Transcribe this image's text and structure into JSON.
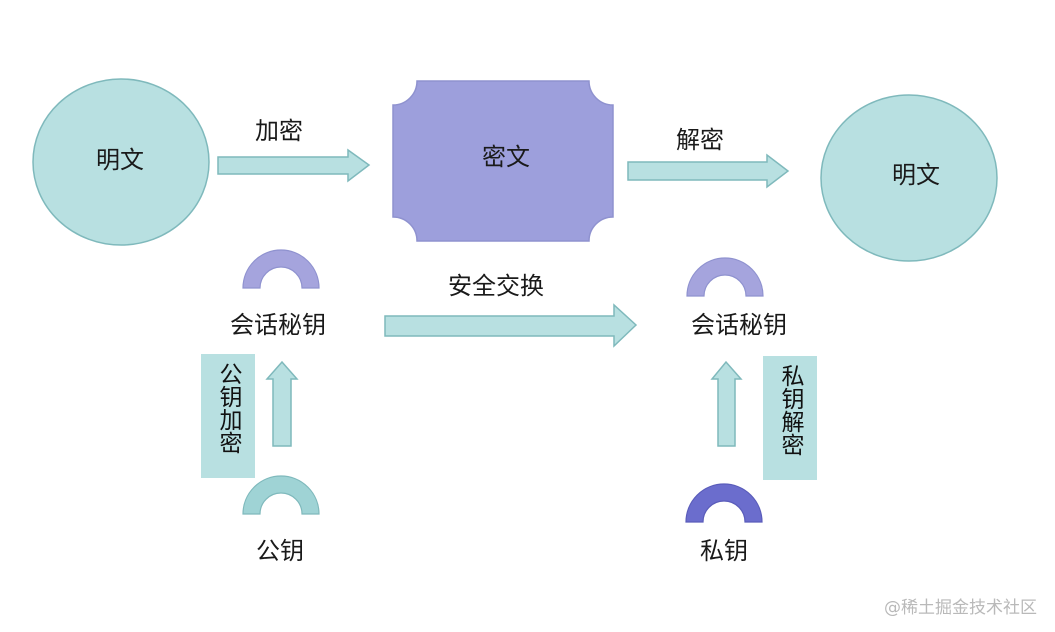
{
  "nodes": {
    "plaintext_left": "明文",
    "ciphertext": "密文",
    "plaintext_right": "明文",
    "session_key_left": "会话秘钥",
    "session_key_right": "会话秘钥",
    "public_key": "公钥",
    "private_key": "私钥"
  },
  "edges": {
    "encrypt": "加密",
    "decrypt": "解密",
    "secure_exchange": "安全交换",
    "public_key_encrypt": "公钥加密",
    "private_key_decrypt": "私钥解密"
  },
  "watermark": "@稀土掘金技术社区",
  "colors": {
    "teal_fill": "#b8e0e1",
    "teal_stroke": "#7fb9bc",
    "lavender_fill": "#9d9fdc",
    "lavender_stroke": "#8f92cf",
    "arch_teal": "#9fd3d5",
    "arch_lavender": "#a5a4dd",
    "arch_indigo": "#6b6dcd"
  }
}
